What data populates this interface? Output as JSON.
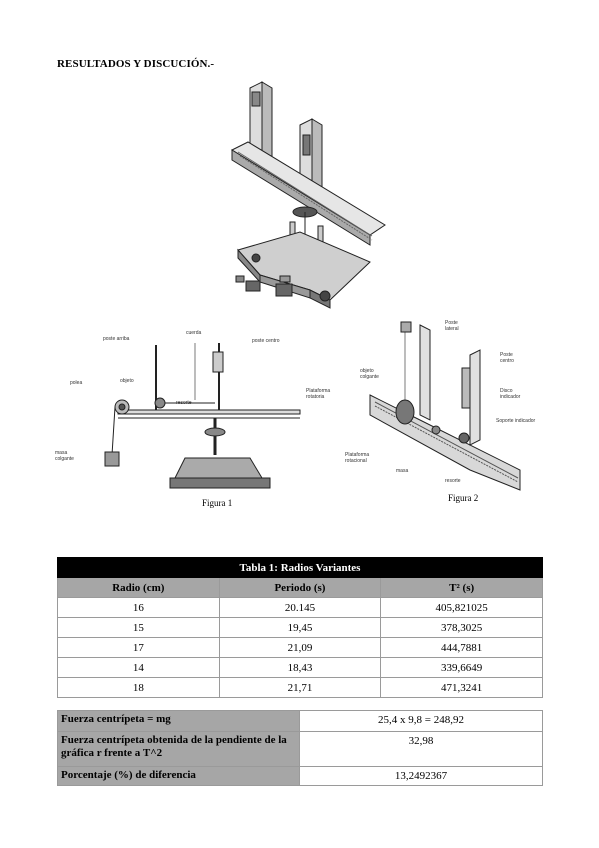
{
  "heading": "RESULTADOS Y DISCUCIÓN.-",
  "figures": {
    "figure1_caption": "Figura 1",
    "figure2_caption": "Figura 2",
    "fig1_labels": {
      "poste_arriba": "poste arriba",
      "cuerda": "cuerda",
      "poste_centro": "poste centro",
      "polea": "polea",
      "objeto": "objeto",
      "resorte": "resorte",
      "plataforma": "Plataforma rotatoria",
      "masa": "masa colgante"
    },
    "fig2_labels": {
      "poste_lateral": "Poste lateral",
      "poste_centro": "Poste centro",
      "objeto": "objeto colgante",
      "disco": "Disco indicador",
      "soporte": "Soporte indicador",
      "plataforma": "Plataforma rotacional",
      "masa": "masa",
      "resorte": "resorte"
    }
  },
  "table1": {
    "caption": "Tabla 1: Radios Variantes",
    "headers": [
      "Radio (cm)",
      "Periodo (s)",
      "T² (s)"
    ],
    "rows": [
      [
        "16",
        "20.145",
        "405,821025"
      ],
      [
        "15",
        "19,45",
        "378,3025"
      ],
      [
        "17",
        "21,09",
        "444,7881"
      ],
      [
        "14",
        "18,43",
        "339,6649"
      ],
      [
        "18",
        "21,71",
        "471,3241"
      ]
    ]
  },
  "table2": {
    "rows": [
      {
        "label": "Fuerza centrípeta = mg",
        "value": "25,4 x 9,8 = 248,92"
      },
      {
        "label": "Fuerza centrípeta obtenida de la pendiente de la gráfica r frente a T^2",
        "value": "32,98"
      },
      {
        "label": "Porcentaje (%) de diferencia",
        "value": "13,2492367"
      }
    ]
  }
}
